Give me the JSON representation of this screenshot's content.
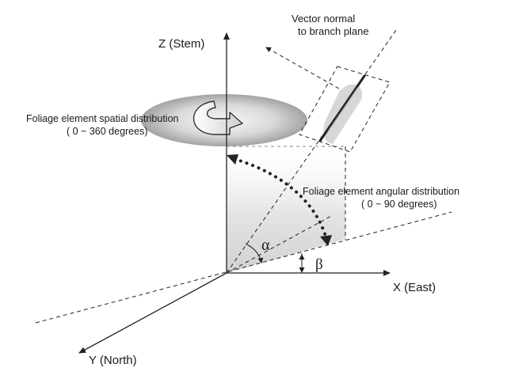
{
  "labels": {
    "vector_normal_line1": "Vector normal",
    "vector_normal_line2": "to branch plane",
    "z_axis": "Z (Stem)",
    "x_axis": "X (East)",
    "y_axis": "Y (North)",
    "spatial_line1": "Foliage element spatial distribution",
    "spatial_line2": "( 0  ~  360 degrees)",
    "angular_line1": "Foliage element angular distribution",
    "angular_line2": "( 0 ~ 90 degrees)",
    "alpha": "α",
    "beta": "β"
  },
  "colors": {
    "line": "#222222",
    "shade": "#dcdcdc",
    "disc_dark": "#9a9a9a",
    "disc_light": "#f4f4f4"
  }
}
